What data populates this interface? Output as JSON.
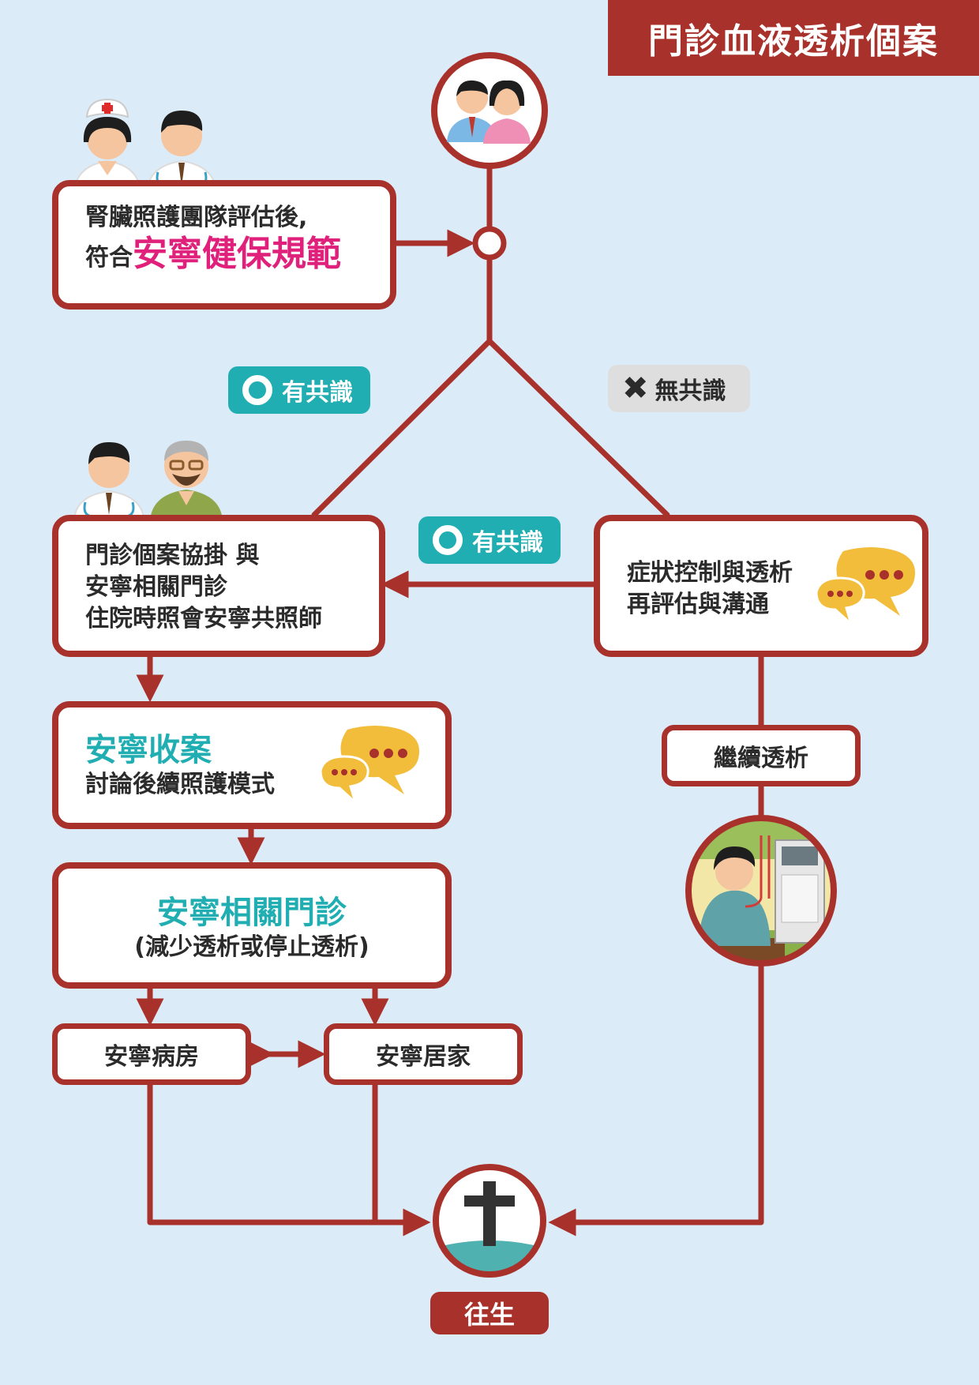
{
  "title": "門診血液透析個案",
  "assessment": {
    "line1": "腎臟照護團隊評估後,",
    "line2_prefix": "符合",
    "line2_highlight": "安寧健保規範"
  },
  "consensus_yes": "有共識",
  "consensus_no": "無共識",
  "consensus_yes_2": "有共識",
  "outpatient": {
    "line1": "門診個案協掛 與",
    "line2": "安寧相關門診",
    "line3": "住院時照會安寧共照師"
  },
  "symptom": {
    "line1": "症狀控制與透析",
    "line2": "再評估與溝通"
  },
  "admission": {
    "title": "安寧收案",
    "subtitle": "討論後續照護模式"
  },
  "hospice_clinic": {
    "title": "安寧相關門診",
    "subtitle": "(減少透析或停止透析)"
  },
  "continue_dialysis": "繼續透析",
  "hospice_ward": "安寧病房",
  "hospice_home": "安寧居家",
  "death": "往生",
  "colors": {
    "primary": "#a8322b",
    "teal": "#21aeb2",
    "pink": "#e0217c",
    "background": "#dcebf8",
    "bubble": "#f1bd3a"
  },
  "icons": [
    "family-icon",
    "nurse-icon",
    "doctor-icon",
    "elderly-patient-icon",
    "chat-bubbles-icon",
    "dialysis-patient-icon",
    "cross-grave-icon"
  ]
}
